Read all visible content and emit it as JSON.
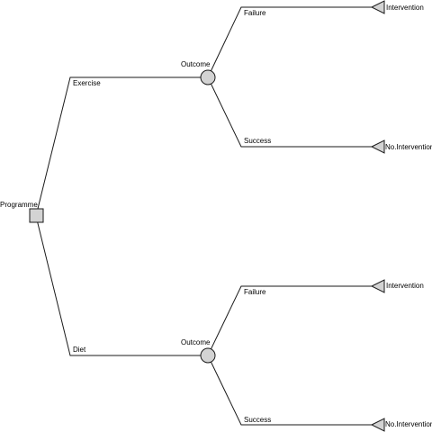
{
  "tree": {
    "root": {
      "label": "Programme",
      "shape": "square"
    },
    "branches": [
      {
        "label": "Exercise",
        "chance_node": {
          "label": "Outcome",
          "shape": "circle"
        },
        "outcomes": [
          {
            "label": "Failure",
            "terminal": {
              "label": "Intervention",
              "shape": "triangle"
            }
          },
          {
            "label": "Success",
            "terminal": {
              "label": "No.Intervention",
              "shape": "triangle"
            }
          }
        ]
      },
      {
        "label": "Diet",
        "chance_node": {
          "label": "Outcome",
          "shape": "circle"
        },
        "outcomes": [
          {
            "label": "Failure",
            "terminal": {
              "label": "Intervention",
              "shape": "triangle"
            }
          },
          {
            "label": "Success",
            "terminal": {
              "label": "No.Intervention",
              "shape": "triangle"
            }
          }
        ]
      }
    ]
  },
  "colors": {
    "node_fill": "#d3d3d3",
    "stroke": "#1a1a1a",
    "text": "#000000"
  }
}
